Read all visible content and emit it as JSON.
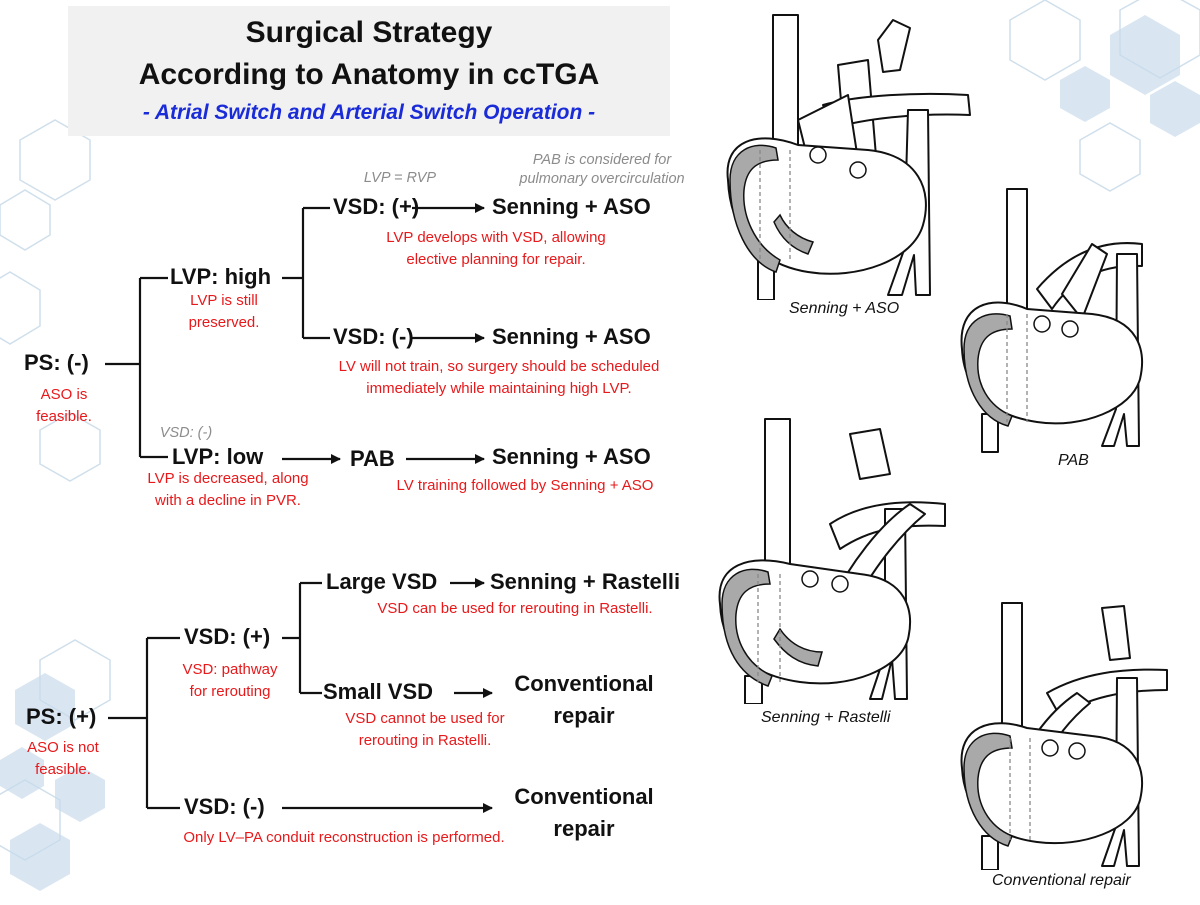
{
  "title": {
    "line1": "Surgical Strategy",
    "line2": "According to Anatomy in ccTGA",
    "subtitle": "- Atrial Switch and Arterial Switch Operation -"
  },
  "colors": {
    "note": "#e8191b",
    "subtitle": "#1a2bd8",
    "gray_note": "#8c8c8c",
    "hex_bg": "#c9dcec"
  },
  "nodes": {
    "ps_neg": "PS: (-)",
    "lvp_high": "LVP: high",
    "lvp_low": "LVP: low",
    "vsd_pos_1": "VSD: (+)",
    "vsd_neg_1": "VSD: (-)",
    "pab": "PAB",
    "senning_aso_1": "Senning + ASO",
    "senning_aso_2": "Senning + ASO",
    "senning_aso_3": "Senning + ASO",
    "ps_pos": "PS: (+)",
    "vsd_pos_2": "VSD: (+)",
    "vsd_neg_2": "VSD: (-)",
    "large_vsd": "Large VSD",
    "small_vsd": "Small VSD",
    "senning_rastelli": "Senning + Rastelli",
    "conventional_1": "Conventional",
    "conventional_1b": "repair",
    "conventional_2": "Conventional",
    "conventional_2b": "repair"
  },
  "notes": {
    "aso_feasible_1": "ASO is",
    "aso_feasible_2": "feasible.",
    "lvp_preserved_1": "LVP is still",
    "lvp_preserved_2": "preserved.",
    "lvp_develops_1": "LVP develops with VSD, allowing",
    "lvp_develops_2": "elective planning for repair.",
    "lv_not_train_1": "LV will not train, so surgery should be scheduled",
    "lv_not_train_2": "immediately while maintaining high LVP.",
    "lvp_decreased_1": "LVP is decreased, along",
    "lvp_decreased_2": "with a decline in PVR.",
    "lv_training": "LV training followed by Senning + ASO",
    "aso_not_feasible_1": "ASO is not",
    "aso_not_feasible_2": "feasible.",
    "vsd_pathway_1": "VSD: pathway",
    "vsd_pathway_2": "for rerouting",
    "vsd_rerouting": "VSD can be used for rerouting in Rastelli.",
    "vsd_cannot_1": "VSD cannot be used for",
    "vsd_cannot_2": "rerouting in Rastelli.",
    "conduit": "Only LV–PA conduit reconstruction is performed."
  },
  "gray_notes": {
    "lvp_eq_rvp": "LVP = RVP",
    "pab_considered_1": "PAB is considered for",
    "pab_considered_2": "pulmonary overcirculation",
    "vsd_neg_small": "VSD: (-)"
  },
  "captions": {
    "senning_aso": "Senning + ASO",
    "pab": "PAB",
    "senning_rastelli": "Senning + Rastelli",
    "conventional": "Conventional repair"
  }
}
